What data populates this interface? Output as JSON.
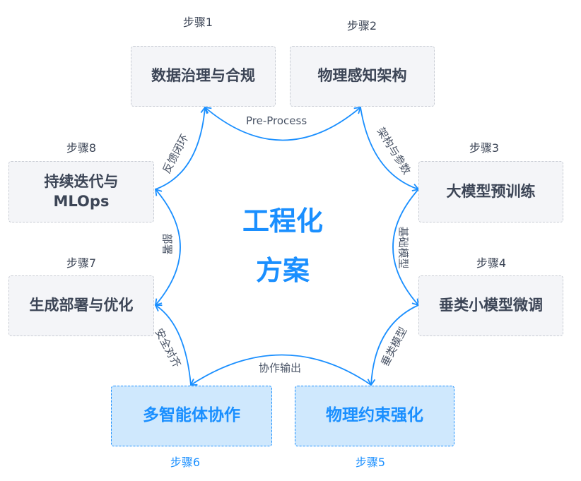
{
  "title": [
    "工程化",
    "方案"
  ],
  "steps": [
    {
      "step": "步骤1",
      "name": "数据治理与合规"
    },
    {
      "step": "步骤2",
      "name": "物理感知架构"
    },
    {
      "step": "步骤3",
      "name": "大模型预训练"
    },
    {
      "step": "步骤4",
      "name": "垂类小模型微调"
    },
    {
      "step": "步骤5",
      "name": "物理约束强化"
    },
    {
      "step": "步骤6",
      "name": "多智能体协作"
    },
    {
      "step": "步骤7",
      "name": "生成部署与优化"
    },
    {
      "step": "步骤8",
      "name": "持续迭代与MLOps"
    }
  ],
  "edges": [
    "Pre-Process",
    "架构与参数",
    "基础模型",
    "垂类模型",
    "协作输出",
    "安全对齐",
    "部署",
    "反馈闭环"
  ],
  "colors": {
    "accent": "#1a8fff",
    "text": "#3c4556"
  }
}
